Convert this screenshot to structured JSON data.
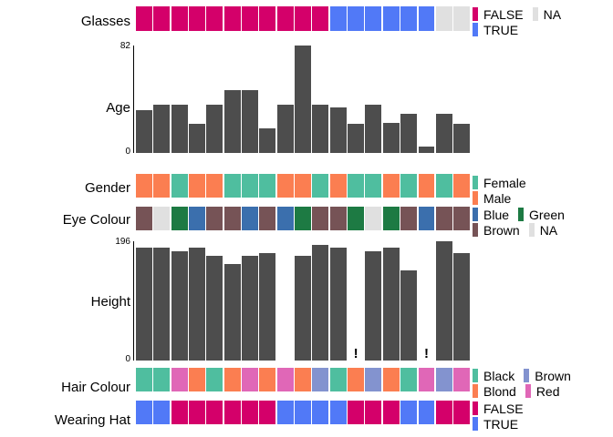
{
  "chart_data": {
    "type": "table",
    "title": "",
    "n_observations": 19,
    "variables": [
      {
        "name": "Glasses",
        "type": "categorical",
        "values": [
          "FALSE",
          "FALSE",
          "FALSE",
          "FALSE",
          "FALSE",
          "FALSE",
          "FALSE",
          "FALSE",
          "FALSE",
          "FALSE",
          "FALSE",
          "TRUE",
          "TRUE",
          "TRUE",
          "TRUE",
          "TRUE",
          "TRUE",
          "NA",
          "NA"
        ],
        "legend": [
          {
            "label": "FALSE",
            "color": "#d4006a"
          },
          {
            "label": "NA",
            "color": "#e0e0e0"
          },
          {
            "label": "TRUE",
            "color": "#5179f7"
          }
        ]
      },
      {
        "name": "Age",
        "type": "numeric",
        "values": [
          33,
          37,
          37,
          22,
          37,
          48,
          48,
          19,
          37,
          82,
          37,
          35,
          22,
          37,
          23,
          30,
          5,
          30,
          22
        ],
        "ylim": [
          0,
          82
        ],
        "axis_max_label": "82",
        "axis_min_label": "0"
      },
      {
        "name": "Gender",
        "type": "categorical",
        "values": [
          "Male",
          "Male",
          "Female",
          "Male",
          "Male",
          "Female",
          "Female",
          "Female",
          "Male",
          "Male",
          "Female",
          "Male",
          "Female",
          "Female",
          "Male",
          "Female",
          "Male",
          "Female",
          "Male"
        ],
        "legend": [
          {
            "label": "Female",
            "color": "#4fbe9f"
          },
          {
            "label": "Male",
            "color": "#fb7e51"
          }
        ]
      },
      {
        "name": "Eye Colour",
        "type": "categorical",
        "values": [
          "Brown",
          "NA",
          "Green",
          "Blue",
          "Brown",
          "Brown",
          "Blue",
          "Brown",
          "Blue",
          "Green",
          "Brown",
          "Brown",
          "Green",
          "NA",
          "Green",
          "Brown",
          "Blue",
          "Brown",
          "Brown"
        ],
        "legend": [
          {
            "label": "Blue",
            "color": "#3b6fad"
          },
          {
            "label": "Green",
            "color": "#1d7a43"
          },
          {
            "label": "Brown",
            "color": "#765356"
          },
          {
            "label": "NA",
            "color": "#e0e0e0"
          }
        ]
      },
      {
        "name": "Height",
        "type": "numeric",
        "values": [
          185,
          185,
          179,
          185,
          172,
          158,
          172,
          177,
          null,
          172,
          190,
          186,
          null,
          180,
          186,
          148,
          null,
          196,
          177
        ],
        "ylim": [
          0,
          196
        ],
        "axis_max_label": "196",
        "axis_min_label": "0",
        "missing_marker": "!",
        "missing_positions": [
          13,
          17
        ]
      },
      {
        "name": "Hair Colour",
        "type": "categorical",
        "values": [
          "Black",
          "Black",
          "Red",
          "Blond",
          "Black",
          "Blond",
          "Red",
          "Blond",
          "Red",
          "Blond",
          "Brown",
          "Black",
          "Blond",
          "Brown",
          "Blond",
          "Black",
          "Red",
          "Brown",
          "Red"
        ],
        "legend": [
          {
            "label": "Black",
            "color": "#4fbe9f"
          },
          {
            "label": "Brown",
            "color": "#8393cf"
          },
          {
            "label": "Blond",
            "color": "#fb7e51"
          },
          {
            "label": "Red",
            "color": "#e濃"
          }
        ]
      },
      {
        "name": "Wearing Hat",
        "type": "categorical",
        "values": [
          "TRUE",
          "TRUE",
          "FALSE",
          "FALSE",
          "FALSE",
          "FALSE",
          "FALSE",
          "FALSE",
          "TRUE",
          "TRUE",
          "TRUE",
          "TRUE",
          "FALSE",
          "FALSE",
          "FALSE",
          "TRUE",
          "TRUE",
          "FALSE",
          "FALSE"
        ],
        "legend": [
          {
            "label": "FALSE",
            "color": "#d4006a"
          },
          {
            "label": "TRUE",
            "color": "#5179f7"
          }
        ]
      }
    ],
    "palette": {
      "false": "#d4006a",
      "true": "#5179f7",
      "na": "#e0e0e0",
      "female": "#4fbe9f",
      "male": "#fb7e51",
      "blue": "#3b6fad",
      "green": "#1d7a43",
      "brown_eye": "#765356",
      "black_hair": "#4fbe9f",
      "blond_hair": "#fb7e51",
      "brown_hair": "#8393cf",
      "red_hair": "#e067b7",
      "bar": "#4d4d4d"
    }
  },
  "labels": {
    "glasses": "Glasses",
    "age": "Age",
    "gender": "Gender",
    "eye_colour": "Eye Colour",
    "height": "Height",
    "hair_colour": "Hair Colour",
    "wearing_hat": "Wearing Hat"
  },
  "legend_text": {
    "false": "FALSE",
    "true": "TRUE",
    "na": "NA",
    "female": "Female",
    "male": "Male",
    "blue": "Blue",
    "green": "Green",
    "brown": "Brown",
    "black": "Black",
    "blond": "Blond",
    "red": "Red"
  },
  "axes": {
    "age_max": "82",
    "age_min": "0",
    "height_max": "196",
    "height_min": "0"
  }
}
